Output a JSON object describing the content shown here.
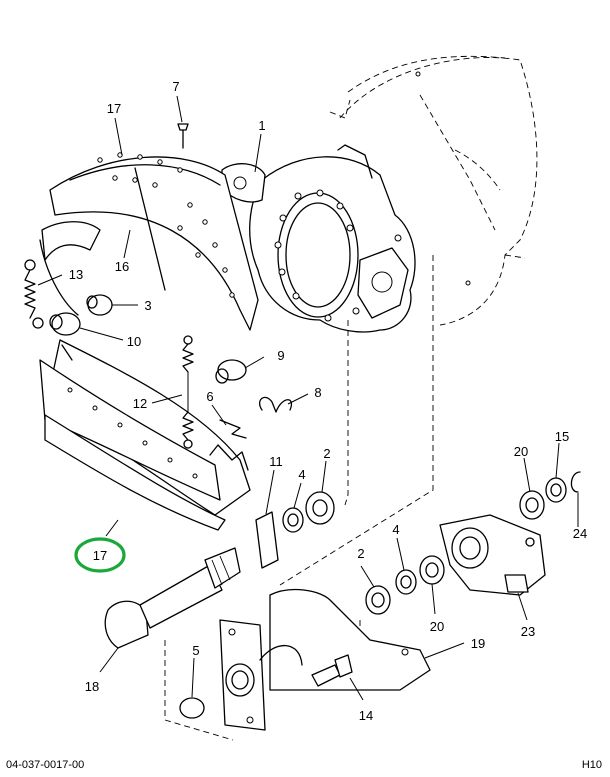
{
  "diagram": {
    "callouts": {
      "c1": "1",
      "c2a": "2",
      "c2b": "2",
      "c3": "3",
      "c4a": "4",
      "c4b": "4",
      "c5": "5",
      "c6": "6",
      "c7": "7",
      "c8": "8",
      "c9": "9",
      "c10": "10",
      "c11": "11",
      "c12": "12",
      "c13": "13",
      "c14": "14",
      "c15": "15",
      "c16": "16",
      "c17a": "17",
      "c17b": "17",
      "c18": "18",
      "c19": "19",
      "c20a": "20",
      "c20b": "20",
      "c23": "23",
      "c24": "24"
    },
    "highlighted_callout": "17",
    "highlight_color": "#1aa83a"
  },
  "footer": {
    "drawing_number": "04-037-0017-00",
    "sheet": "H10"
  }
}
